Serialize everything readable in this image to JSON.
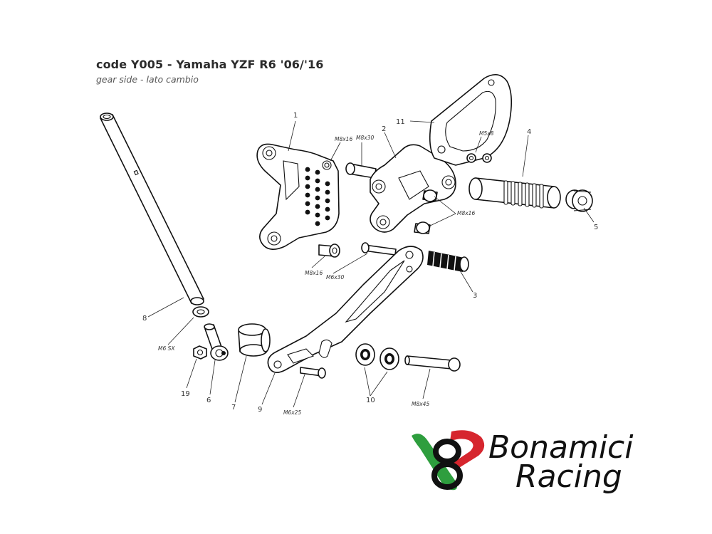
{
  "header": {
    "title": "code Y005 - Yamaha YZF R6 '06/'16",
    "subtitle": "gear side - lato cambio"
  },
  "callouts": {
    "c1": "1",
    "c2": "2",
    "c3": "3",
    "c4": "4",
    "c5": "5",
    "c6": "6",
    "c7": "7",
    "c8": "8",
    "c9": "9",
    "c10": "10",
    "c11": "11",
    "c19": "19"
  },
  "specs": {
    "s_m8x16_a": "M8x16",
    "s_m8x30": "M8x30",
    "s_m5x8": "M5x8",
    "s_m8x16_b": "M8x16",
    "s_m8x16_c": "M8x16",
    "s_m6x30": "M6x30",
    "s_m6sx": "M6 SX",
    "s_m6x25": "M6x25",
    "s_m8x45": "M8x45"
  },
  "logo": {
    "brand_line1": "Bonamici",
    "brand_line2": "Racing",
    "colors": {
      "green": "#2e9e3e",
      "red": "#d6262e",
      "black": "#111111"
    }
  }
}
